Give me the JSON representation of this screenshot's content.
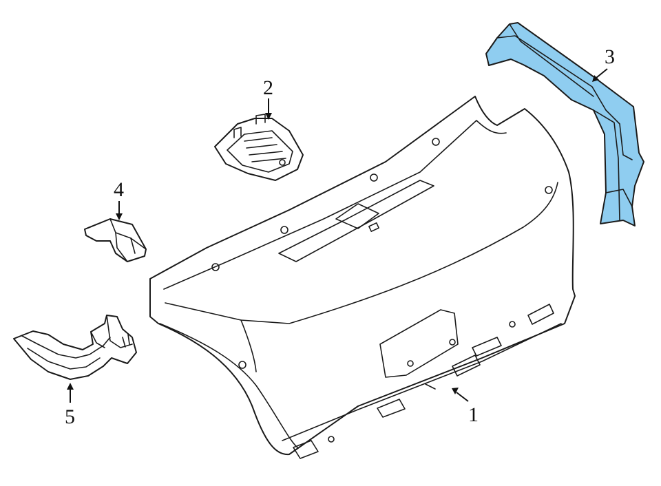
{
  "diagram": {
    "highlight_color": "#8fcdf0",
    "outline_color": "#1a1a1a",
    "callouts": [
      {
        "id": "1",
        "label": "1"
      },
      {
        "id": "2",
        "label": "2"
      },
      {
        "id": "3",
        "label": "3"
      },
      {
        "id": "4",
        "label": "4"
      },
      {
        "id": "5",
        "label": "5"
      }
    ]
  }
}
